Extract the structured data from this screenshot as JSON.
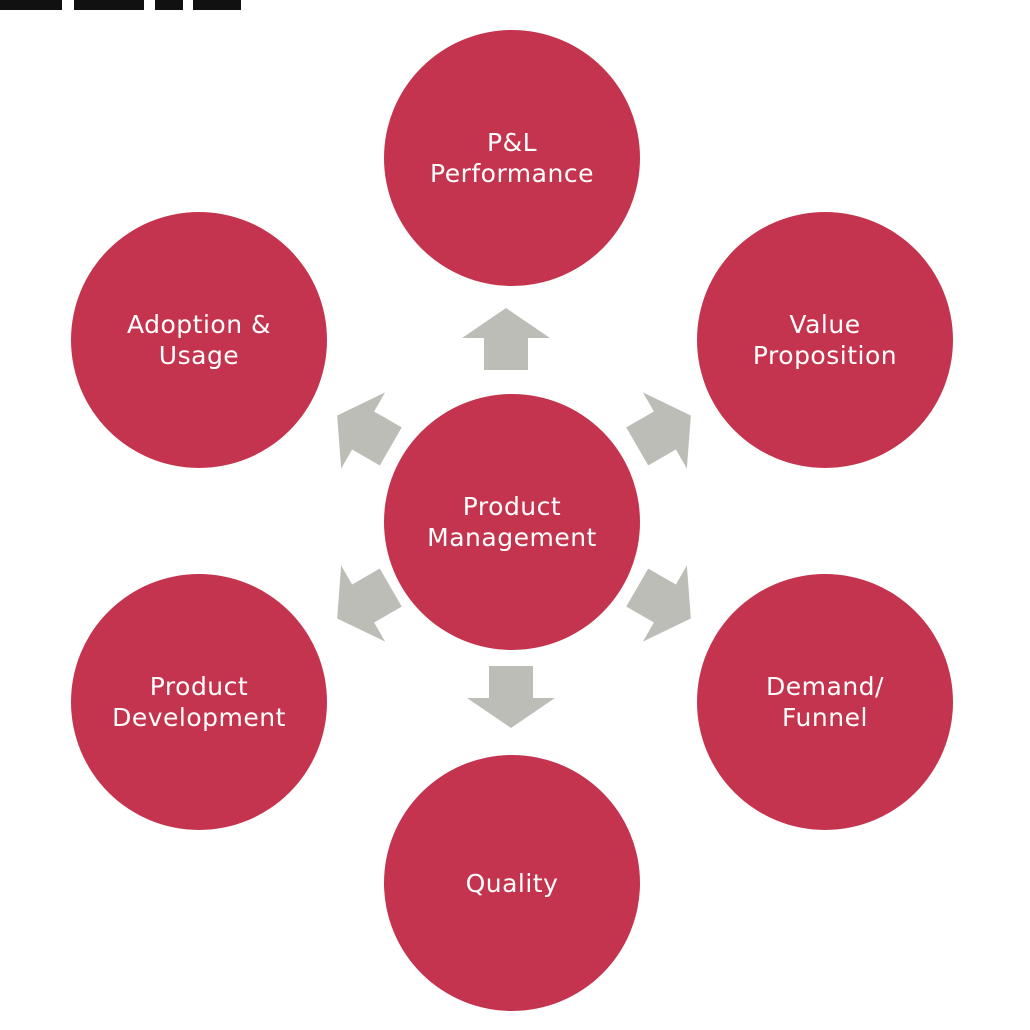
{
  "diagram": {
    "center": {
      "label": "Product\nManagement"
    },
    "outer": [
      {
        "label": "P&L\nPerformance"
      },
      {
        "label": "Value\nProposition"
      },
      {
        "label": "Demand/\nFunnel"
      },
      {
        "label": "Quality"
      },
      {
        "label": "Product\nDevelopment"
      },
      {
        "label": "Adoption &\nUsage"
      }
    ]
  },
  "colors": {
    "node": "#c5344e",
    "arrow": "#bdbdb8",
    "text": "#ffffff"
  }
}
